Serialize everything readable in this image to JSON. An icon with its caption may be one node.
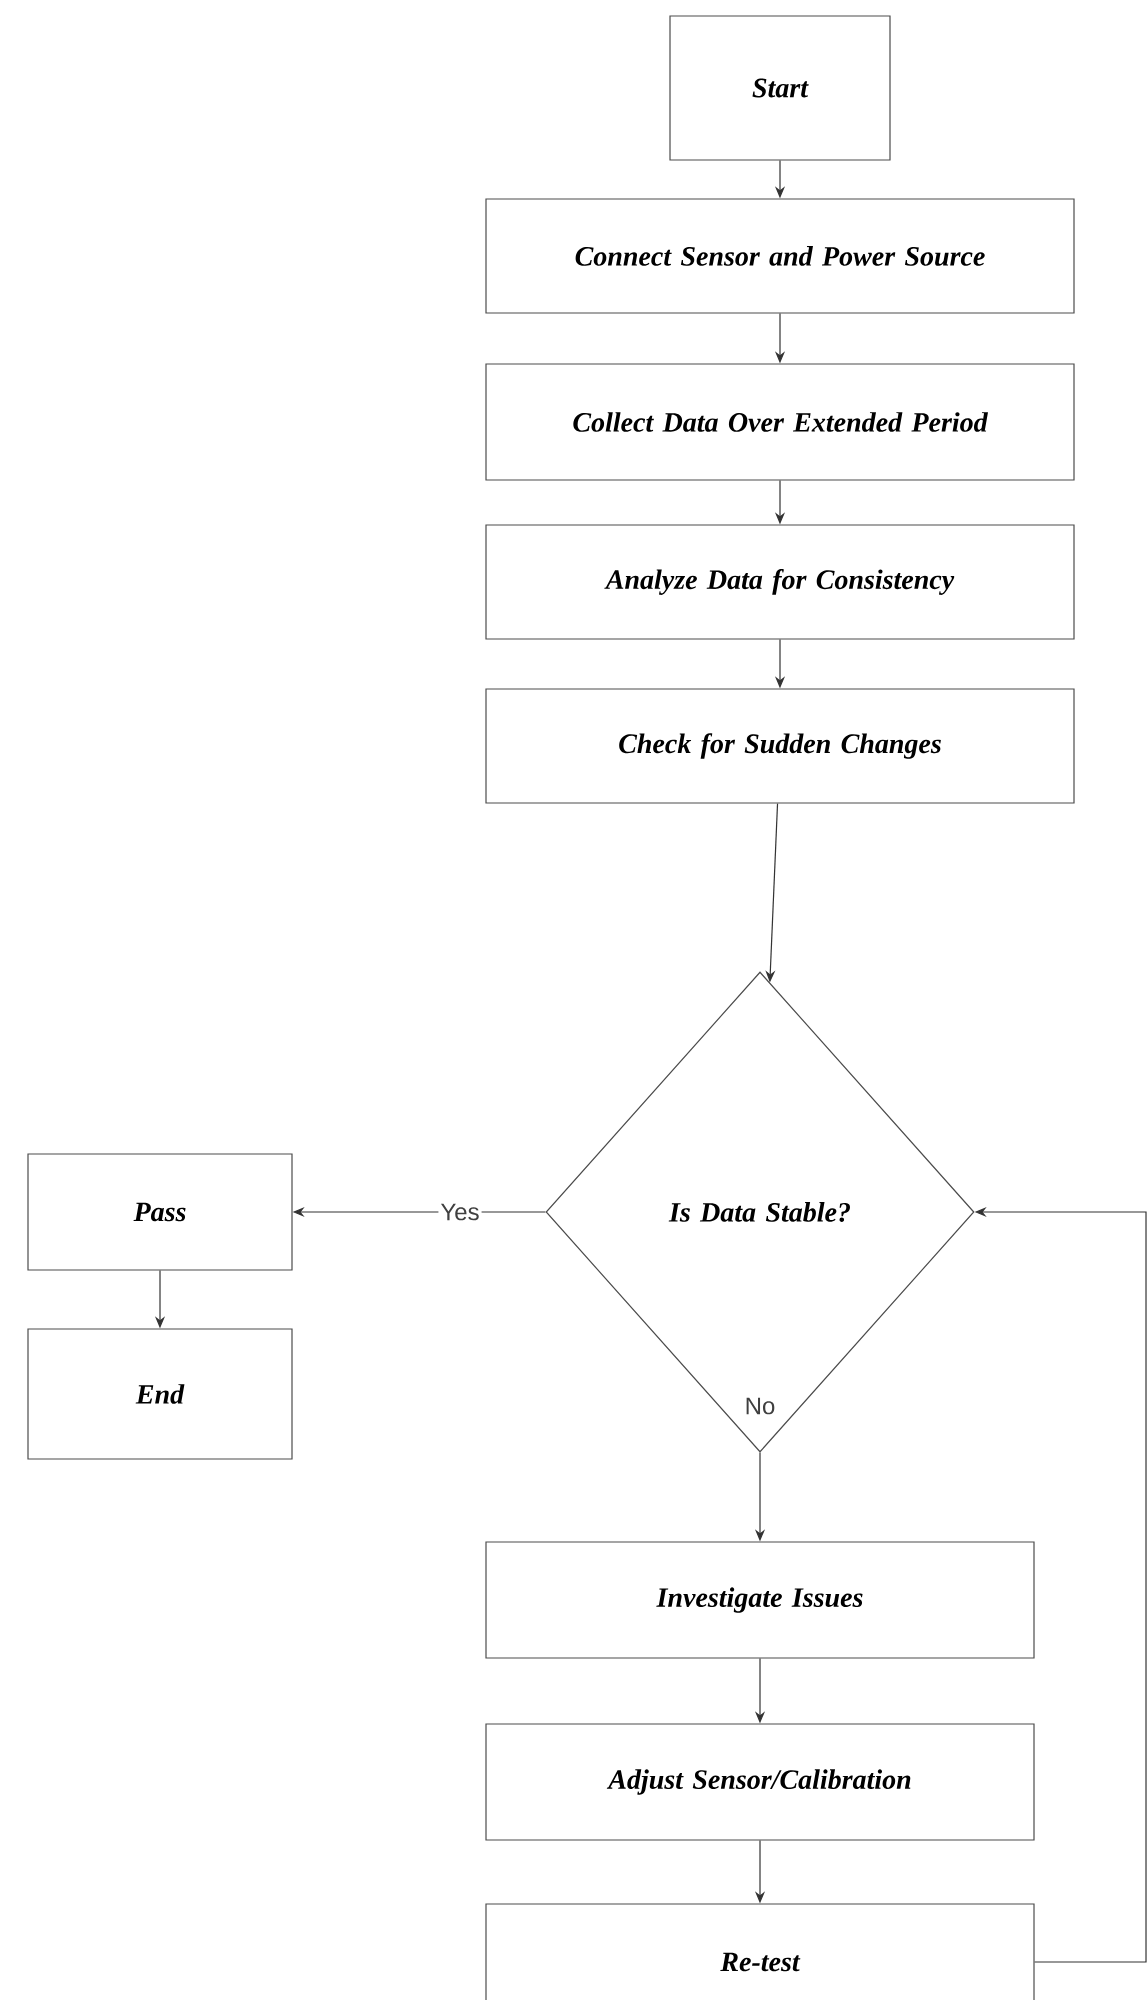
{
  "diagram": {
    "nodes": [
      {
        "text": [
          "Start"
        ]
      },
      {
        "text": [
          "Connect Sensor and Power Source"
        ]
      },
      {
        "text": [
          "Collect Data Over Extended Period"
        ]
      },
      {
        "text": [
          "Analyze Data for Consistency"
        ]
      },
      {
        "text": [
          "Check for Sudden Changes"
        ]
      },
      {
        "text": [
          "Is Data Stable?"
        ]
      },
      {
        "text": [
          "Pass"
        ]
      },
      {
        "text": [
          "End"
        ]
      },
      {
        "text": [
          "Investigate Issues"
        ]
      },
      {
        "text": [
          "Adjust Sensor/Calibration"
        ]
      },
      {
        "text": [
          "Re-test"
        ]
      }
    ],
    "edges": [
      {
        "from": 0,
        "to": 1,
        "arrow": "to"
      },
      {
        "from": 1,
        "to": 2,
        "arrow": "to"
      },
      {
        "from": 2,
        "to": 3,
        "arrow": "to"
      },
      {
        "from": 3,
        "to": 4,
        "arrow": "to"
      },
      {
        "from": 4,
        "to": 5,
        "arrow": "to"
      },
      {
        "from": 5,
        "to": 6,
        "label": "Yes",
        "arrow": "to"
      },
      {
        "from": 6,
        "to": 7,
        "arrow": "to"
      },
      {
        "from": 5,
        "to": 8,
        "label": "No",
        "arrow": "to"
      },
      {
        "from": 8,
        "to": 9,
        "arrow": "to"
      },
      {
        "from": 9,
        "to": 10,
        "arrow": "to"
      },
      {
        "from": 10,
        "to": 5,
        "arrow": "to"
      }
    ]
  }
}
